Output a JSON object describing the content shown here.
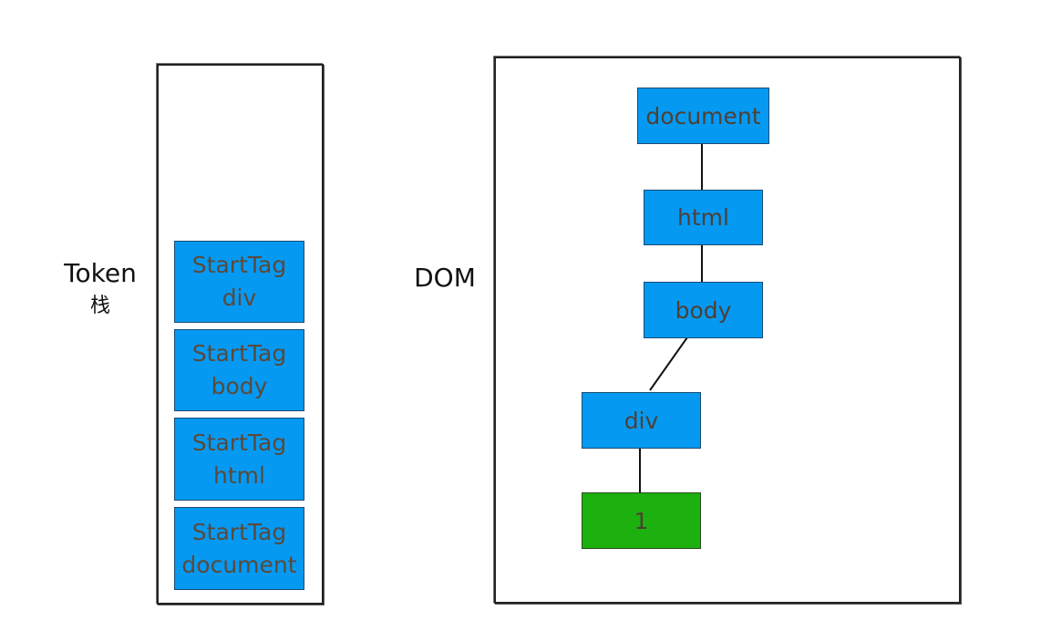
{
  "labels": {
    "token_line1": "Token",
    "token_line2": "栈",
    "dom": "DOM"
  },
  "token_stack": [
    {
      "line1": "StartTag",
      "line2": "div"
    },
    {
      "line1": "StartTag",
      "line2": "body"
    },
    {
      "line1": "StartTag",
      "line2": "html"
    },
    {
      "line1": "StartTag",
      "line2": "document"
    }
  ],
  "dom_tree": {
    "nodes": [
      {
        "id": "document",
        "label": "document",
        "color": "#0699f2"
      },
      {
        "id": "html",
        "label": "html",
        "color": "#0699f2"
      },
      {
        "id": "body",
        "label": "body",
        "color": "#0699f2"
      },
      {
        "id": "div",
        "label": "div",
        "color": "#0699f2"
      },
      {
        "id": "text",
        "label": "1",
        "color": "#1cb10e"
      }
    ],
    "edges": [
      [
        "document",
        "html"
      ],
      [
        "html",
        "body"
      ],
      [
        "body",
        "div"
      ],
      [
        "div",
        "text"
      ]
    ]
  }
}
